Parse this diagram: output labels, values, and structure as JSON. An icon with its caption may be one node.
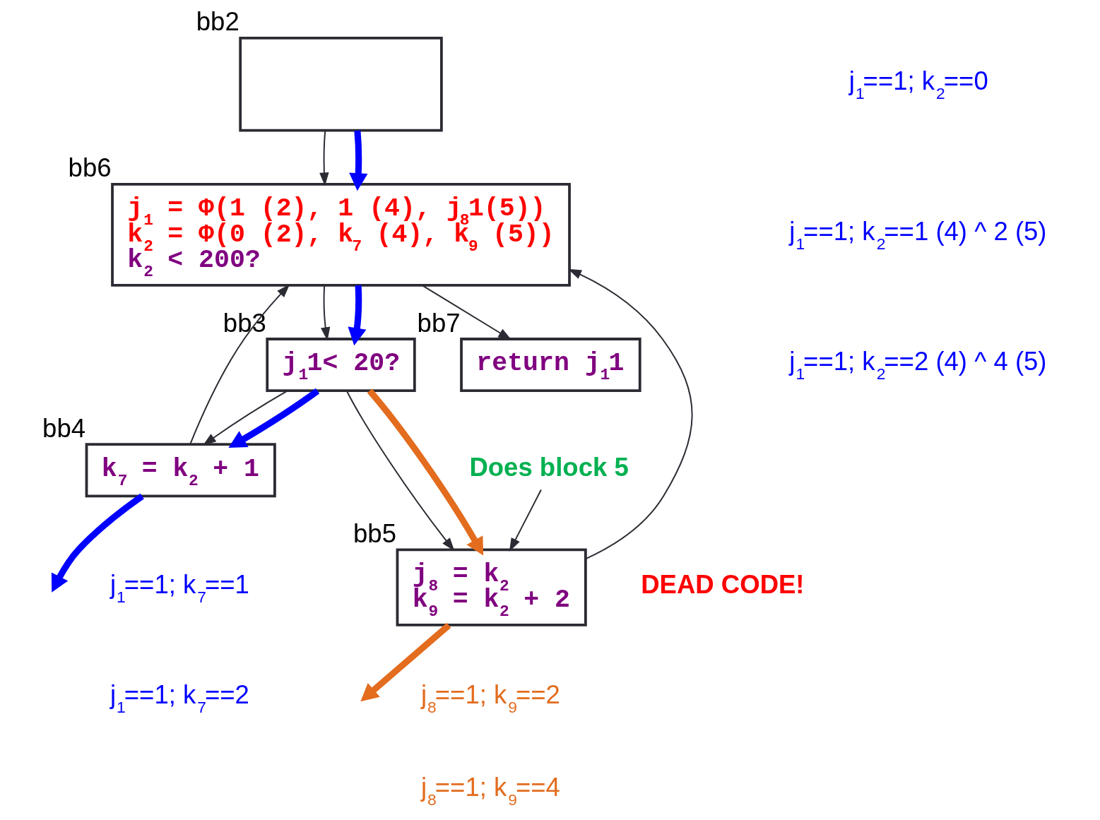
{
  "diagram": {
    "nodes": [
      {
        "text": [],
        "shape": "box",
        "beside": [
          "bb2"
        ]
      },
      {
        "text": [
          "j$_{1}$ = Φ(1 (2), 1 (4), j$_{8}$1(5))",
          "k$_{2}$ = Φ(0 (2), k$_{7}$ (4), k$_{9}$ (5))",
          "k$_{2}$ < 200?"
        ],
        "beside": [
          "bb6"
        ]
      },
      {
        "text": [
          "j$_{1}$1< 20?"
        ],
        "beside": [
          "bb3"
        ]
      },
      {
        "text": [
          "return j$_{1}$1"
        ],
        "beside": [
          "bb7"
        ]
      },
      {
        "text": [
          "k$_{7}$ = k$_{2}$ + 1"
        ],
        "beside": [
          "bb4"
        ]
      },
      {
        "text": [
          "j$_{8}$ = k$_{2}$",
          "k$_{9}$ = k$_{2}$ + 2"
        ],
        "beside": [
          "bb5"
        ]
      },
      {
        "text": [
          "Does block 5"
        ]
      }
    ],
    "edges": [
      {
        "from": 0,
        "to": 1,
        "arrow": "to"
      },
      {
        "from": 1,
        "to": 2,
        "arrow": "to"
      },
      {
        "from": 1,
        "to": 3,
        "arrow": "to"
      },
      {
        "from": 2,
        "to": 4,
        "arrow": "to"
      },
      {
        "from": 2,
        "to": 5,
        "arrow": "to"
      },
      {
        "from": 4,
        "to": 1,
        "arrow": "to"
      },
      {
        "from": 5,
        "to": 1,
        "arrow": "to"
      },
      {
        "from": 6,
        "to": 5,
        "arrow": "to"
      },
      {
        "from": 0,
        "to": 1,
        "arrow": "to",
        "style": "thick",
        "color": "#0000ff"
      },
      {
        "from": 1,
        "to": 2,
        "arrow": "to",
        "style": "thick",
        "color": "#0000ff"
      },
      {
        "from": 2,
        "to": 4,
        "arrow": "to",
        "style": "thick",
        "color": "#0000ff"
      },
      {
        "from": 4,
        "to": null,
        "arrow": "to",
        "style": "thick",
        "color": "#0000ff"
      },
      {
        "from": 2,
        "to": 5,
        "arrow": "to",
        "style": "thick",
        "color": "#e36c1e"
      },
      {
        "from": 5,
        "to": null,
        "arrow": "to",
        "style": "thick",
        "color": "#e36c1e"
      }
    ],
    "labels": [
      "j$_{1}$==1; k$_{2}$==0",
      "j$_{1}$==1; k$_{2}$==1 (4) ^ 2 (5)",
      "j$_{1}$==1; k$_{2}$==2 (4) ^ 4 (5)",
      "DEAD CODE!",
      "j$_{1}$==1; k$_{7}$==1",
      "j$_{8}$==1; k$_{9}$==2",
      "j$_{1}$==1; k$_{7}$==2",
      "j$_{8}$==1; k$_{9}$==4"
    ]
  }
}
